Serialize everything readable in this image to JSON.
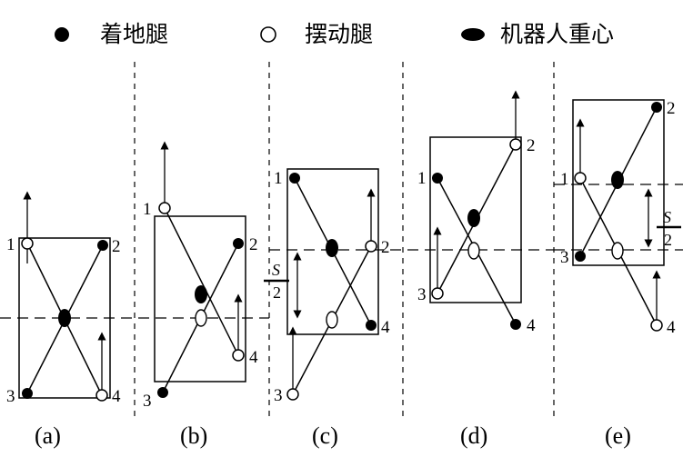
{
  "legend": {
    "stance": "着地腿",
    "swing": "摆动腿",
    "com": "机器人重心"
  },
  "leg_labels": [
    "1",
    "2",
    "3",
    "4"
  ],
  "half_stride": {
    "numerator": "S",
    "denominator": "2"
  },
  "panels": [
    {
      "caption": "(a)"
    },
    {
      "caption": "(b)"
    },
    {
      "caption": "(c)"
    },
    {
      "caption": "(d)"
    },
    {
      "caption": "(e)"
    }
  ]
}
